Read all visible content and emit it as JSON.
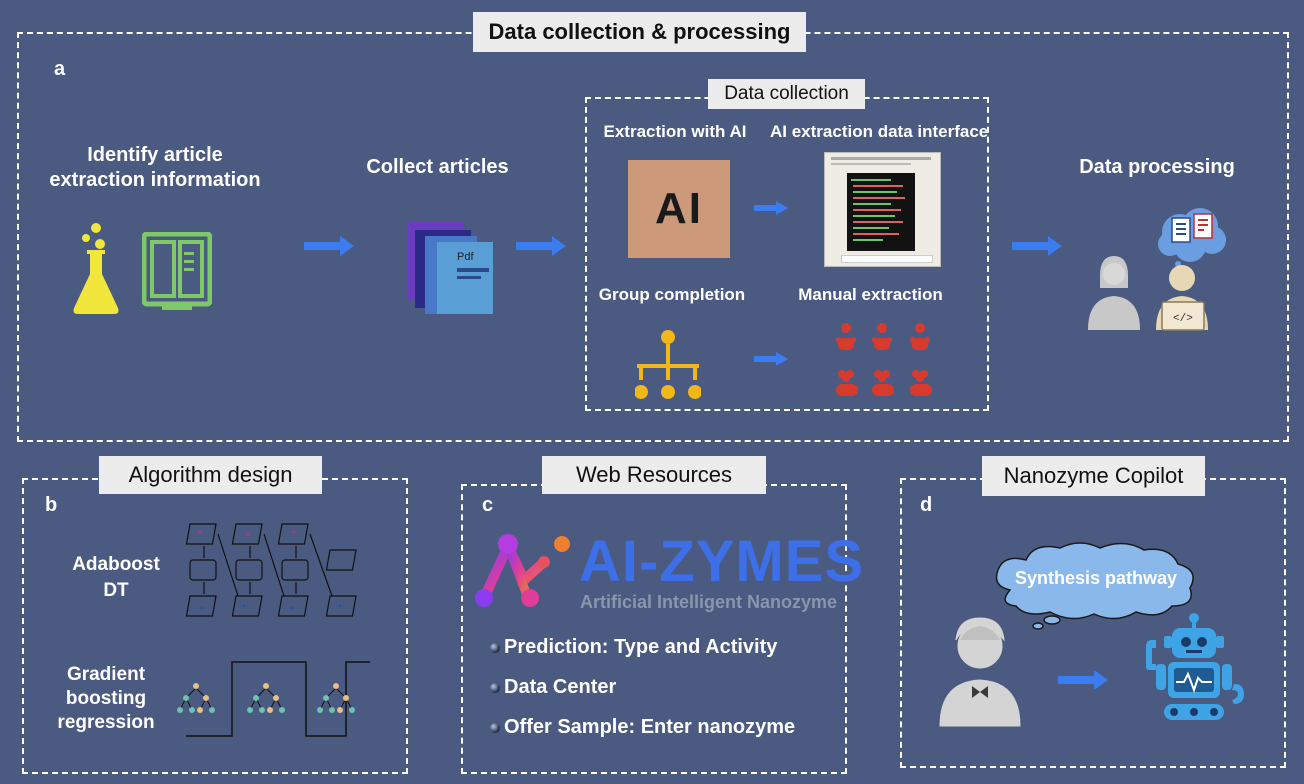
{
  "panel_a": {
    "title": "Data collection & processing",
    "letter": "a",
    "identify_label_line1": "Identify article",
    "identify_label_line2": "extraction information",
    "collect_label": "Collect articles",
    "pdf_text": "Pdf",
    "data_collection": {
      "title": "Data collection",
      "extraction_ai": "Extraction with AI",
      "ai_interface": "AI extraction data interface",
      "group_completion": "Group completion",
      "manual_extraction": "Manual extraction",
      "ai_logo_text": "AI"
    },
    "processing_label": "Data processing"
  },
  "panel_b": {
    "title": "Algorithm design",
    "letter": "b",
    "adaboost_line1": "Adaboost",
    "adaboost_line2": "DT",
    "gb_line1": "Gradient",
    "gb_line2": "boosting",
    "gb_line3": "regression"
  },
  "panel_c": {
    "title": "Web Resources",
    "letter": "c",
    "brand_name": "AI-ZYMES",
    "brand_subtitle": "Artificial Intelligent Nanozyme",
    "bullets": [
      "Prediction: Type and Activity",
      "Data Center",
      "Offer Sample: Enter nanozyme"
    ]
  },
  "panel_d": {
    "title": "Nanozyme Copilot",
    "letter": "d",
    "cloud_text": "Synthesis pathway"
  },
  "colors": {
    "background": "#4a5a80",
    "arrow_blue": "#3b7cf0",
    "flask_yellow": "#f0e63c",
    "book_green": "#7ec86a",
    "ai_logo_bg": "#cc9a7a",
    "org_chart_gold": "#f2b718",
    "manual_red": "#d83a2e",
    "brand_blue": "#3d6fe8",
    "robot_blue": "#3ea4e6"
  }
}
